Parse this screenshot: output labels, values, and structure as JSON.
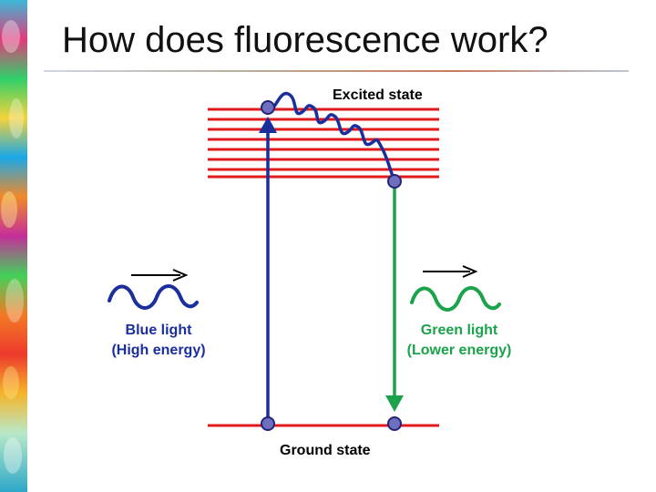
{
  "slide": {
    "title": "How does fluorescence work?"
  },
  "diagram": {
    "excited_label": "Excited state",
    "ground_label": "Ground state",
    "blue_light": {
      "line1": "Blue light",
      "line2": "(High energy)"
    },
    "green_light": {
      "line1": "Green light",
      "line2": "(Lower energy)"
    }
  },
  "colors": {
    "level_line": "#e0191b",
    "blue": "#1b2f9c",
    "green": "#1aa34a",
    "dot_fill": "#6f6fbf",
    "dot_stroke": "#23237a"
  }
}
